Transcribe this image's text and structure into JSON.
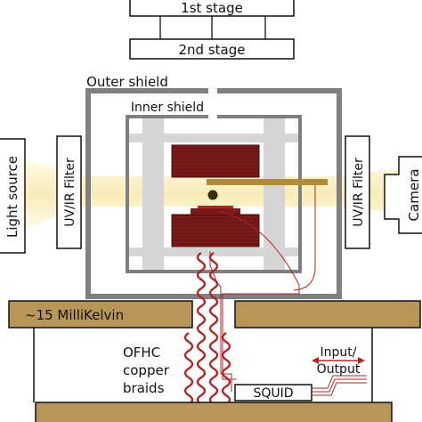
{
  "labels": {
    "stage1": "1st stage",
    "stage2": "2nd stage",
    "outer_shield": "Outer shield",
    "inner_shield": "Inner shield",
    "light_source": "Light source",
    "filter_left": "UV/IR Filter",
    "filter_right": "UV/IR Filter",
    "camera": "Camera",
    "millikelvin": "~15 MilliKelvin",
    "braids_line1": "OFHC",
    "braids_line2": "copper",
    "braids_line3": "braids",
    "io_line1": "Input/",
    "io_line2": "Output",
    "squid": "SQUID"
  },
  "colors": {
    "shield": "#7f7f7f",
    "coil": "#7a1a1a",
    "brass": "#b08d3e",
    "plate": "#b8965a",
    "beam": "#fbf3cf",
    "wire": "#b02525",
    "support": "#d6d6d6"
  }
}
